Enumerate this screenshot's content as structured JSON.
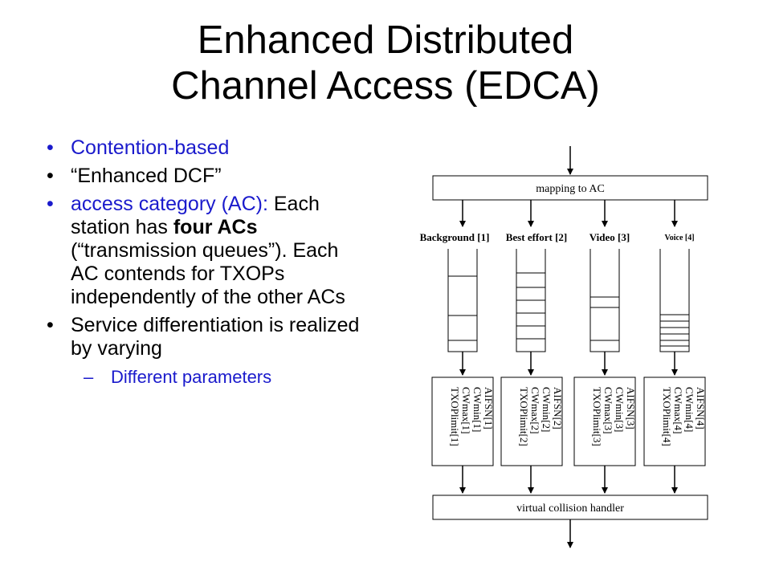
{
  "slide": {
    "title_line1": "Enhanced Distributed",
    "title_line2": "Channel Access (EDCA)"
  },
  "bullets": [
    {
      "bullet": "•",
      "text": "Contention-based"
    },
    {
      "bullet": "•",
      "text": "“Enhanced DCF”"
    },
    {
      "bullet": "•",
      "text_part1": "access category (AC):",
      "text_part2": "Each station has ",
      "bold1": "four ACs",
      "text_part3": " (“transmission queues”). Each AC contends for TXOPs independently of the other ACs"
    },
    {
      "bullet": "•",
      "text": "Service differentiation is realized by varying"
    }
  ],
  "sub_bullet": {
    "dash": "–",
    "text": "Different parameters"
  },
  "diagram": {
    "top_box": "mapping to AC",
    "bottom_box": "virtual collision handler",
    "queues": [
      {
        "label": "Background [1]",
        "params": [
          "AIFSN[1]",
          "CWmin[1]",
          "CWmax[1]",
          "TXOPlimit[1]"
        ]
      },
      {
        "label": "Best effort [2]",
        "params": [
          "AIFSN[2]",
          "CWmin[2]",
          "CWmax[2]",
          "TXOPlimit[2]"
        ]
      },
      {
        "label": "Video [3]",
        "params": [
          "AIFSN[3]",
          "CWmin[3]",
          "CWmax[3]",
          "TXOPlimit[3]"
        ]
      },
      {
        "label": "Voice [4]",
        "params": [
          "AIFSN[4]",
          "CWmin[4]",
          "CWmax[4]",
          "TXOPlimit[4]"
        ]
      }
    ]
  },
  "colors": {
    "accent_blue": "#1a1acc",
    "text": "#000000"
  }
}
